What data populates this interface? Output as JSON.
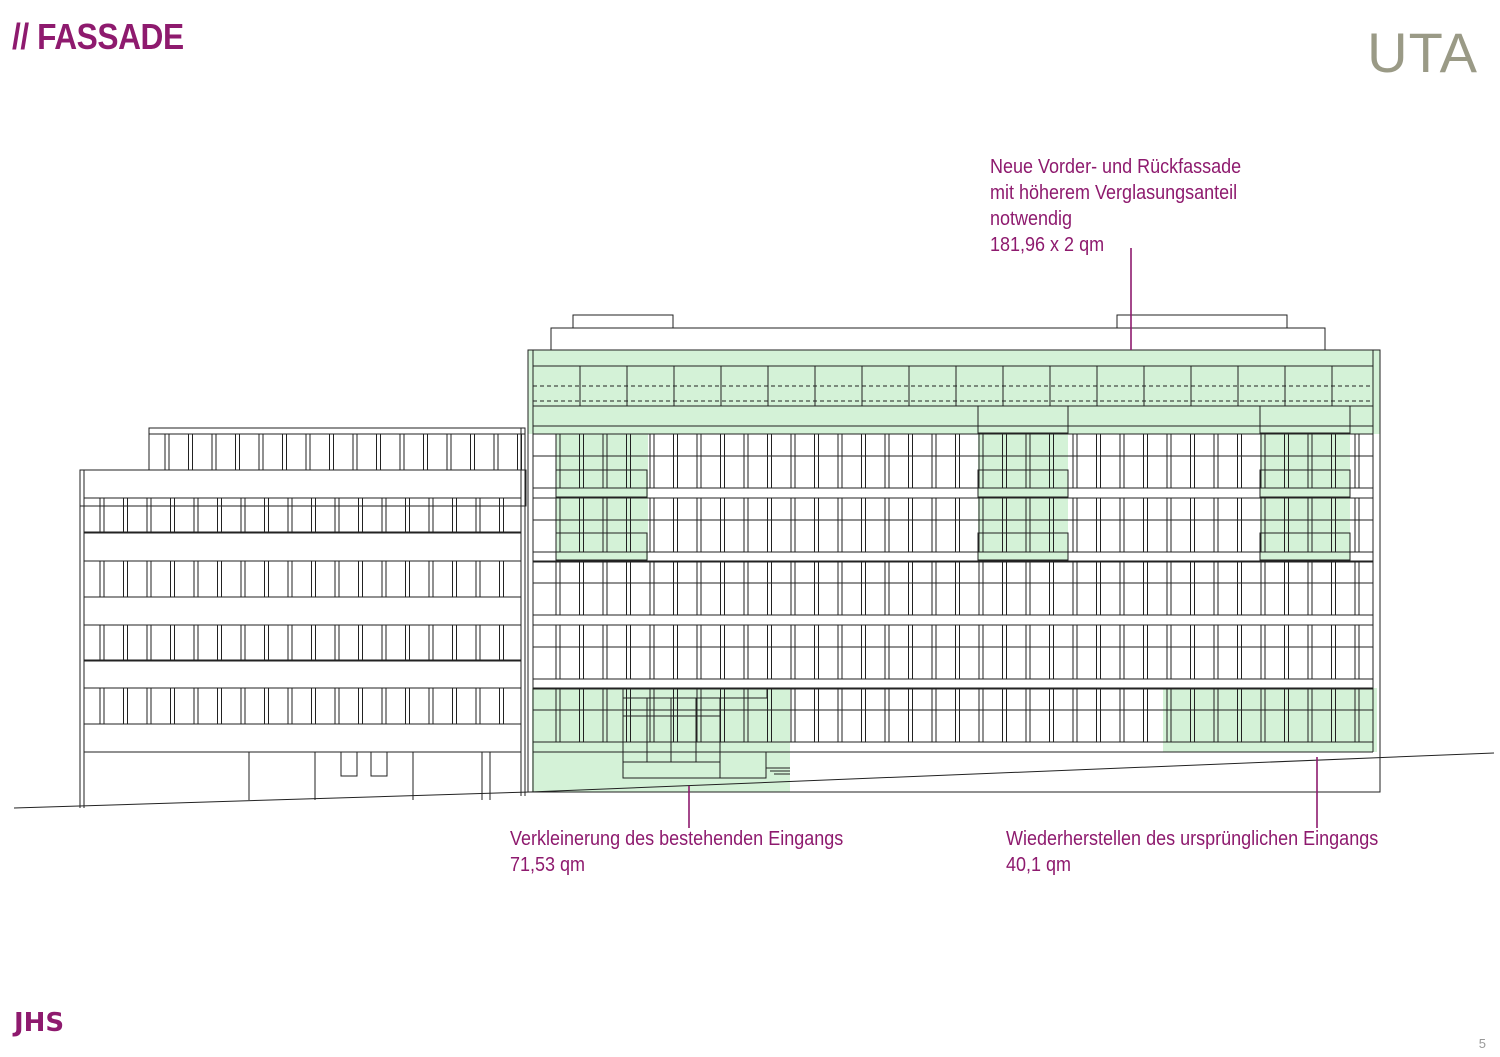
{
  "header": {
    "title": "// FASSADE",
    "brand": "UTA"
  },
  "annotations": {
    "top": {
      "line1": "Neue Vorder- und Rückfassade",
      "line2": "mit höherem Verglasungsanteil",
      "line3": "notwendig",
      "area": "181,96 x 2 qm"
    },
    "entrance_reduce": {
      "line1": "Verkleinerung des bestehenden Eingangs",
      "area": "71,53 qm"
    },
    "entrance_restore": {
      "line1": "Wiederherstellen des ursprünglichen Eingangs",
      "area": "40,1 qm"
    }
  },
  "footer": {
    "logo": "JHS",
    "page": "5"
  },
  "colors": {
    "accent": "#8e1a6e",
    "highlight": "#d4f2d7",
    "line": "#222222",
    "brand": "#9a9a86"
  }
}
